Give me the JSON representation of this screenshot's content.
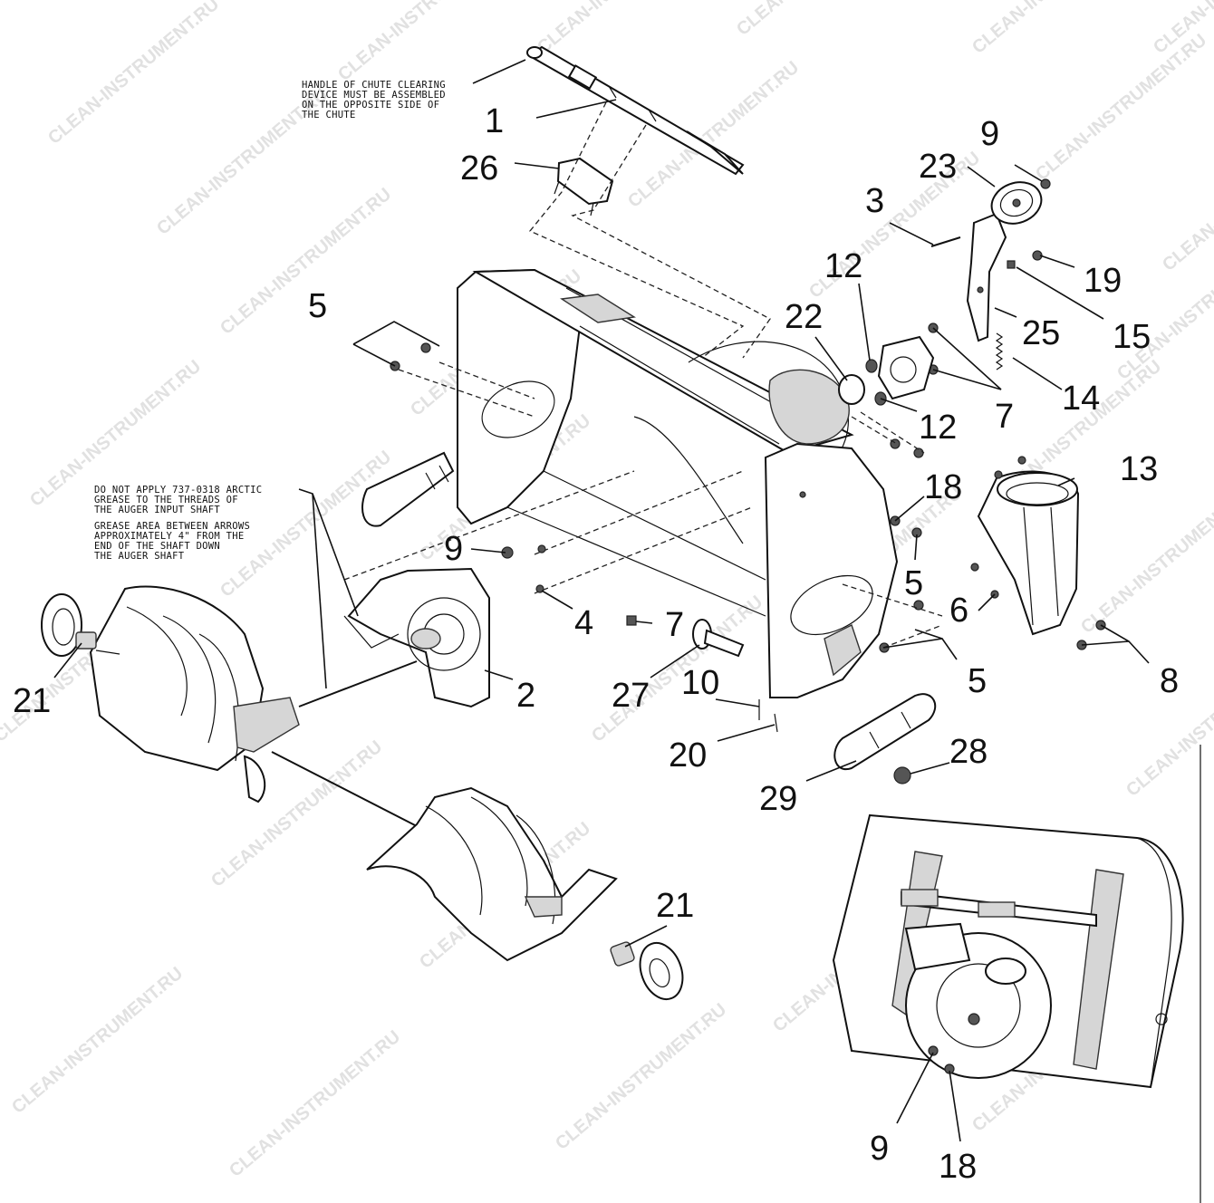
{
  "notes": {
    "chute_handle": [
      "HANDLE OF CHUTE CLEARING",
      "DEVICE MUST BE ASSEMBLED",
      "ON THE OPPOSITE SIDE OF",
      "THE CHUTE"
    ],
    "grease": [
      "DO NOT APPLY 737-0318 ARCTIC",
      "GREASE TO THE THREADS OF",
      "THE AUGER INPUT SHAFT",
      "",
      "GREASE AREA BETWEEN ARROWS",
      "APPROXIMATELY 4\" FROM THE",
      "END OF THE SHAFT DOWN",
      "THE AUGER SHAFT"
    ]
  },
  "callouts": [
    {
      "id": "c1",
      "label": "1"
    },
    {
      "id": "c26",
      "label": "26"
    },
    {
      "id": "c9a",
      "label": "9"
    },
    {
      "id": "c23",
      "label": "23"
    },
    {
      "id": "c3",
      "label": "3"
    },
    {
      "id": "c12a",
      "label": "12"
    },
    {
      "id": "c19",
      "label": "19"
    },
    {
      "id": "c22",
      "label": "22"
    },
    {
      "id": "c25",
      "label": "25"
    },
    {
      "id": "c15",
      "label": "15"
    },
    {
      "id": "c5a",
      "label": "5"
    },
    {
      "id": "c7a",
      "label": "7"
    },
    {
      "id": "c14",
      "label": "14"
    },
    {
      "id": "c12b",
      "label": "12"
    },
    {
      "id": "c18a",
      "label": "18"
    },
    {
      "id": "c13",
      "label": "13"
    },
    {
      "id": "c9b",
      "label": "9"
    },
    {
      "id": "c5b",
      "label": "5"
    },
    {
      "id": "c6",
      "label": "6"
    },
    {
      "id": "c4",
      "label": "4"
    },
    {
      "id": "c7b",
      "label": "7"
    },
    {
      "id": "c5c",
      "label": "5"
    },
    {
      "id": "c8",
      "label": "8"
    },
    {
      "id": "c21a",
      "label": "21"
    },
    {
      "id": "c2",
      "label": "2"
    },
    {
      "id": "c27",
      "label": "27"
    },
    {
      "id": "c10",
      "label": "10"
    },
    {
      "id": "c20",
      "label": "20"
    },
    {
      "id": "c28",
      "label": "28"
    },
    {
      "id": "c29",
      "label": "29"
    },
    {
      "id": "c21b",
      "label": "21"
    },
    {
      "id": "c9c",
      "label": "9"
    },
    {
      "id": "c18b",
      "label": "18"
    }
  ],
  "watermark": "CLEAN-INSTRUMENT.RU"
}
